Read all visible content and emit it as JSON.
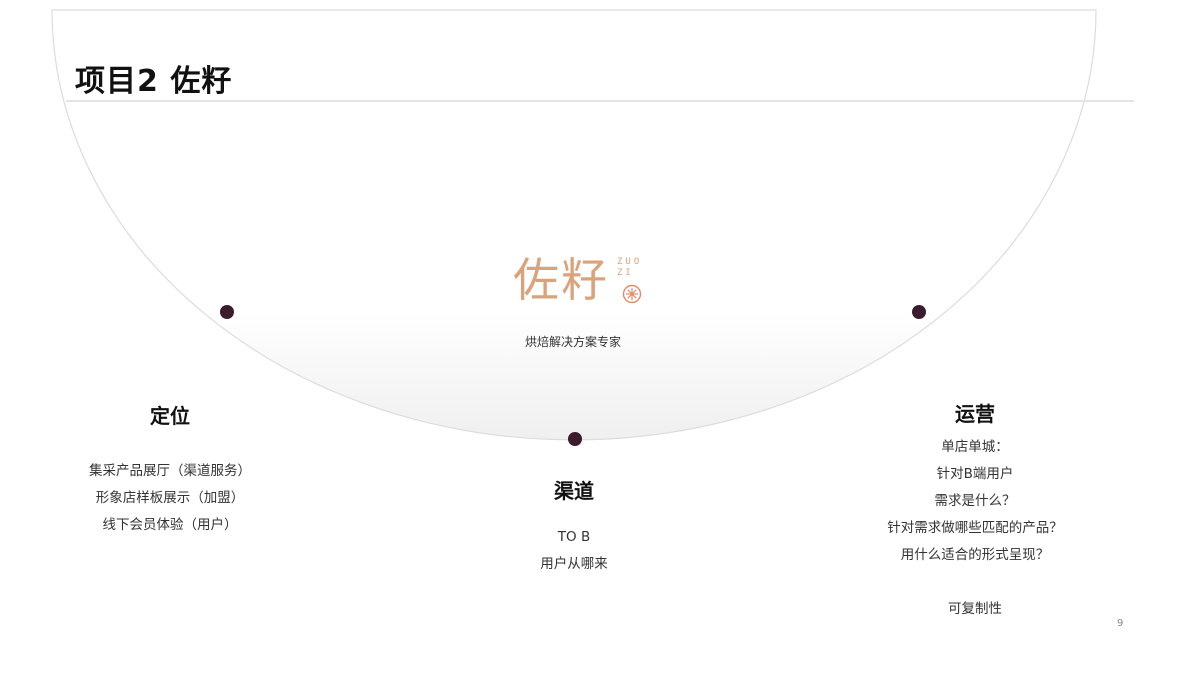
{
  "slide": {
    "title": "项目2 佐籽",
    "page_number": "9"
  },
  "logo": {
    "name_cn": "佐籽",
    "pinyin_line1": "ZUO",
    "pinyin_line2": "ZI",
    "icon": "flower-emblem-icon",
    "tagline": "烘焙解决方案专家",
    "color": "#d9a47c"
  },
  "colors": {
    "dot": "#3b1b2c",
    "title_rule": "#e4e4e4",
    "arc_stroke": "#dcdcdc"
  },
  "sections": {
    "positioning": {
      "title": "定位",
      "lines": [
        "集采产品展厅（渠道服务）",
        "形象店样板展示（加盟）",
        "线下会员体验（用户）"
      ]
    },
    "channel": {
      "title": "渠道",
      "lines": [
        "TO B",
        "用户从哪来"
      ]
    },
    "operations": {
      "title": "运营",
      "lines": [
        "单店单城：",
        "针对B端用户",
        "需求是什么？",
        "针对需求做哪些匹配的产品？",
        "用什么适合的形式呈现？",
        "",
        "可复制性"
      ]
    }
  }
}
